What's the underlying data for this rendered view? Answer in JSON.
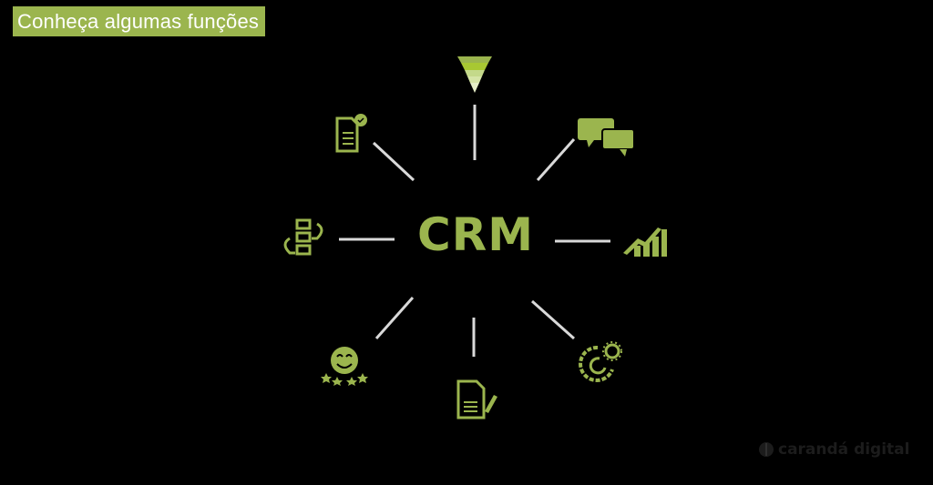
{
  "header": {
    "title": "Conheça algumas funções"
  },
  "diagram": {
    "center_label": "CRM",
    "accent_color": "#9bb54e",
    "connector_color": "#d9d9d9",
    "nodes": [
      {
        "position": "top",
        "icon": "sales-funnel-icon"
      },
      {
        "position": "top-right",
        "icon": "chat-bubbles-icon"
      },
      {
        "position": "right",
        "icon": "growth-chart-icon"
      },
      {
        "position": "bottom-right",
        "icon": "gear-process-icon"
      },
      {
        "position": "bottom",
        "icon": "document-edit-icon"
      },
      {
        "position": "bottom-left",
        "icon": "satisfaction-rating-icon"
      },
      {
        "position": "left",
        "icon": "workflow-cycle-icon"
      },
      {
        "position": "top-left",
        "icon": "checklist-approved-icon"
      }
    ]
  },
  "footer": {
    "brand": "carandá digital"
  }
}
